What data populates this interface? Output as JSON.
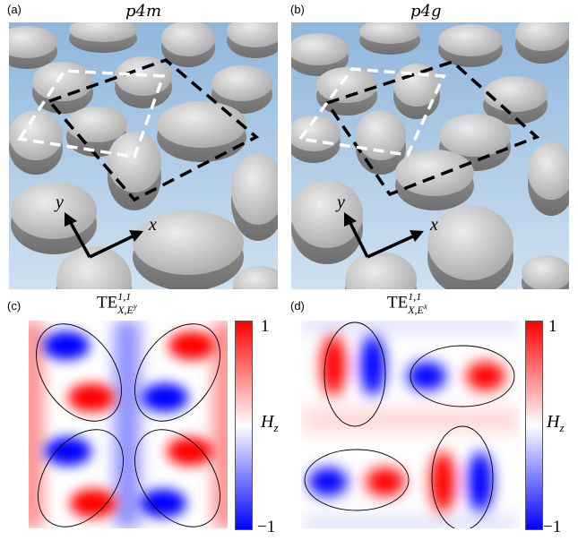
{
  "panels": {
    "a": {
      "tag": "(a)",
      "title": "p4m",
      "axis_y": "y",
      "axis_x": "x"
    },
    "b": {
      "tag": "(b)",
      "title": "p4g",
      "axis_y": "y",
      "axis_x": "x"
    },
    "c": {
      "tag": "(c)",
      "title_base": "TE",
      "title_sup": "1,1",
      "title_sub": "X,E",
      "title_subsup": "y"
    },
    "d": {
      "tag": "(d)",
      "title_base": "TE",
      "title_sup": "1,1",
      "title_sub": "X,E",
      "title_subsup": "x"
    }
  },
  "colorbar": {
    "max": "1",
    "min": "−1",
    "var": "H",
    "var_sub": "z"
  },
  "colors": {
    "positive": "#ff0000",
    "negative": "#0000ff",
    "background_sky": "#b9d4ea",
    "pillar": "#b4b4b4"
  }
}
